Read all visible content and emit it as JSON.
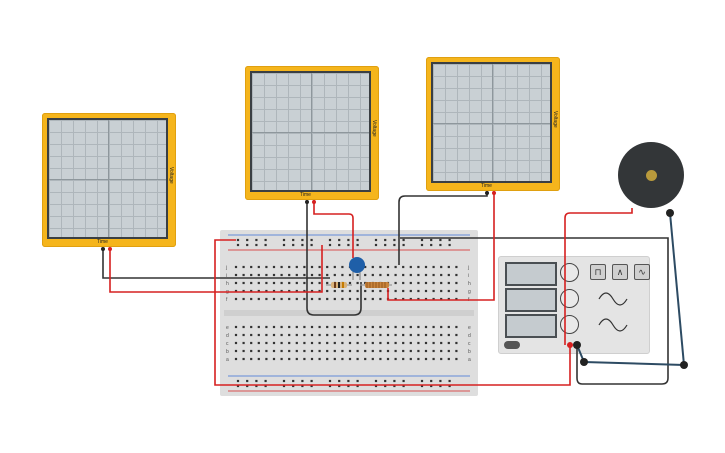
{
  "oscilloscopes": [
    {
      "time_label": "Time",
      "voltage_label": "Voltage"
    },
    {
      "time_label": "Time",
      "voltage_label": "Voltage"
    },
    {
      "time_label": "Time",
      "voltage_label": "Voltage"
    }
  ],
  "breadboard": {
    "row_letters_top": [
      "a",
      "b",
      "c",
      "d",
      "e"
    ],
    "row_letters_bottom": [
      "f",
      "g",
      "h",
      "i",
      "j"
    ],
    "column_count": 30
  },
  "function_generator": {
    "wave_buttons": [
      "square-wave-icon",
      "triangle-wave-icon",
      "sine-wave-icon"
    ]
  },
  "colors": {
    "oscilloscope_frame": "#f5b51c",
    "wire_red": "#d62020",
    "wire_black": "#333333",
    "wire_blue": "#2d4b63",
    "breadboard": "#dedede",
    "buzzer": "#333638"
  }
}
